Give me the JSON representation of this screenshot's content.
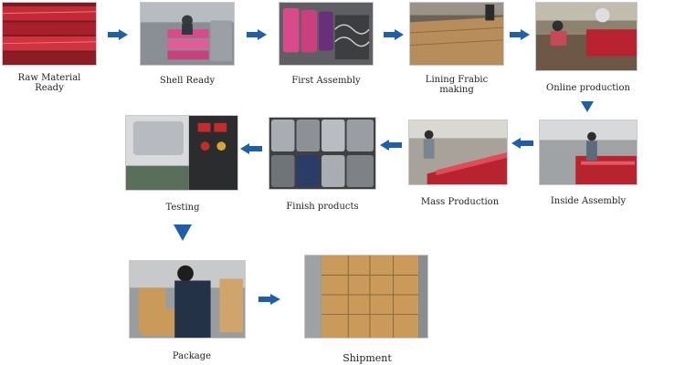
{
  "steps": [
    {
      "label": "Raw Material\nReady",
      "icon": "raw-material-photo"
    },
    {
      "label": "Shell Ready",
      "icon": "shell-photo"
    },
    {
      "label": "First Assembly",
      "icon": "first-assembly-photo"
    },
    {
      "label": "Lining Frabic\nmaking",
      "icon": "lining-photo"
    },
    {
      "label": "Online production",
      "icon": "online-production-photo"
    },
    {
      "label": "Inside Assembly",
      "icon": "inside-assembly-photo"
    },
    {
      "label": "Mass Production",
      "icon": "mass-production-photo"
    },
    {
      "label": "Finish products",
      "icon": "finish-products-photo"
    },
    {
      "label": "Testing",
      "icon": "testing-photo"
    },
    {
      "label": "Package",
      "icon": "package-photo"
    },
    {
      "label": "Shipment",
      "icon": "shipment-photo"
    }
  ],
  "colors": {
    "arrow": "#1f5fa8",
    "arrow_dark": "#163f75",
    "luggage_red": "#b8232f",
    "luggage_pink": "#d84a8a",
    "carton": "#c99a5a",
    "metal": "#a9adb2",
    "floor": "#6c6f73"
  }
}
